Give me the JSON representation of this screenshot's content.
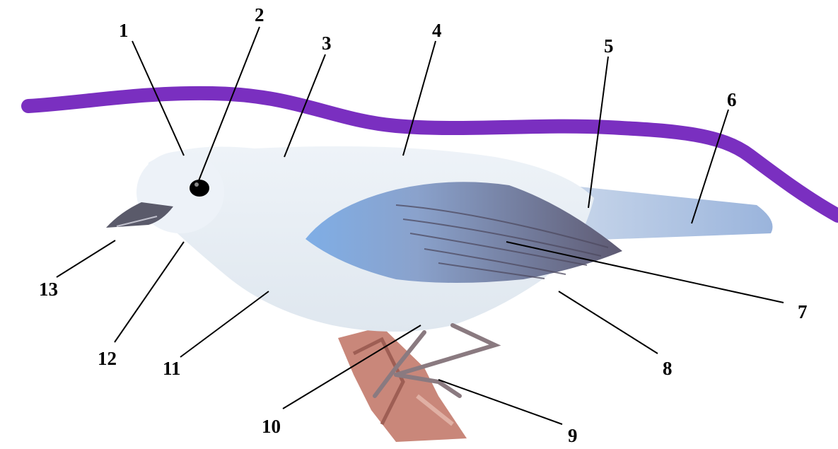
{
  "callouts": [
    {
      "label": "1"
    },
    {
      "label": "2"
    },
    {
      "label": "3"
    },
    {
      "label": "4"
    },
    {
      "label": "5"
    },
    {
      "label": "6"
    },
    {
      "label": "7"
    },
    {
      "label": "8"
    },
    {
      "label": "9"
    },
    {
      "label": "10"
    },
    {
      "label": "11"
    },
    {
      "label": "12"
    },
    {
      "label": "13"
    }
  ],
  "colors": {
    "perch_line": "#7a2fc0",
    "body_plumage": "#e4ecf4",
    "wing_blue": "#7aa8e0",
    "wing_dark": "#6e6e8a",
    "tail_blue": "#a9c0e0",
    "branch": "#c08070",
    "eye": "#000000",
    "beak": "#5a5a6a"
  }
}
